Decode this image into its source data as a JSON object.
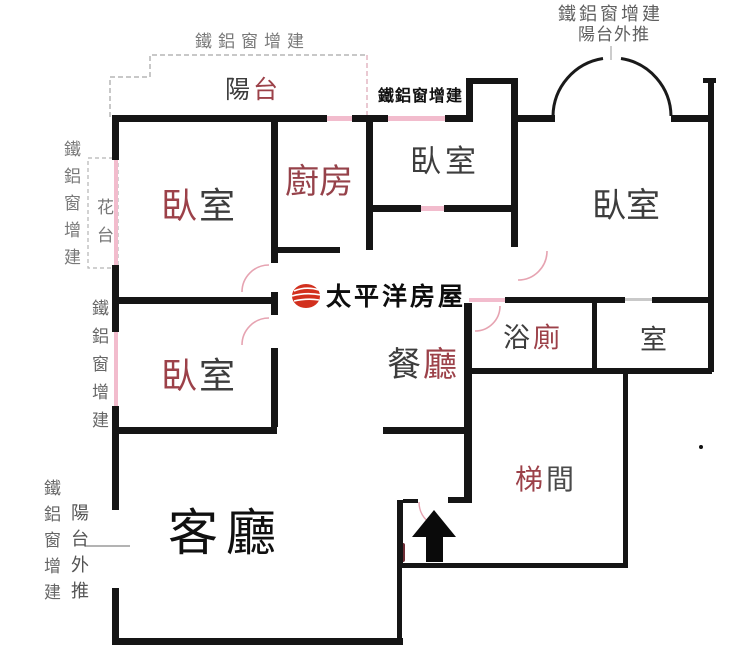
{
  "theme": {
    "wall_color": "#151515",
    "window_color": "#f2bccd",
    "door_arc_color": "#e6a3b1",
    "dash_color": "#b5b5b5",
    "gray_text": "#6f6f6f",
    "red_text": "#9c4149",
    "dark_text": "#3d3d3d",
    "logo_red": "#d2301e"
  },
  "watermark": {
    "brand": "太平洋房屋",
    "icon": "pacific-sphere-icon"
  },
  "markers": {
    "entrance_marker": "up-arrow"
  },
  "annotations": {
    "top_left_annex": "鐵鋁窗增建",
    "top_window_annex": "鐵鋁窗增建",
    "top_right_annex_line1": "鐵鋁窗增建",
    "top_right_annex_line2": "陽台外推",
    "left_upper_annex": "鐵鋁窗增建",
    "flower_bed": "花台",
    "left_mid_annex": "鐵鋁窗增建",
    "bottom_left_annex": "鐵鋁窗增建",
    "bottom_left_pushout": "陽台外推"
  },
  "rooms": {
    "balcony": {
      "c1": "陽",
      "c2": "台"
    },
    "bedroom_tl": {
      "c1": "臥",
      "c2": "室"
    },
    "bedroom_tm": {
      "c1": "臥",
      "c2": "室"
    },
    "bedroom_r": {
      "c1": "臥",
      "c2": "室"
    },
    "bedroom_bl": {
      "c1": "臥",
      "c2": "室"
    },
    "kitchen": {
      "c1": "廚",
      "c2": "房"
    },
    "dining": {
      "c1": "餐",
      "c2": "廳"
    },
    "bath": {
      "c1": "浴",
      "c2": "廁"
    },
    "utility": {
      "t": "室"
    },
    "stair": {
      "c1": "梯",
      "c2": "間"
    },
    "living": {
      "c1": "客",
      "c2": "廳"
    }
  }
}
